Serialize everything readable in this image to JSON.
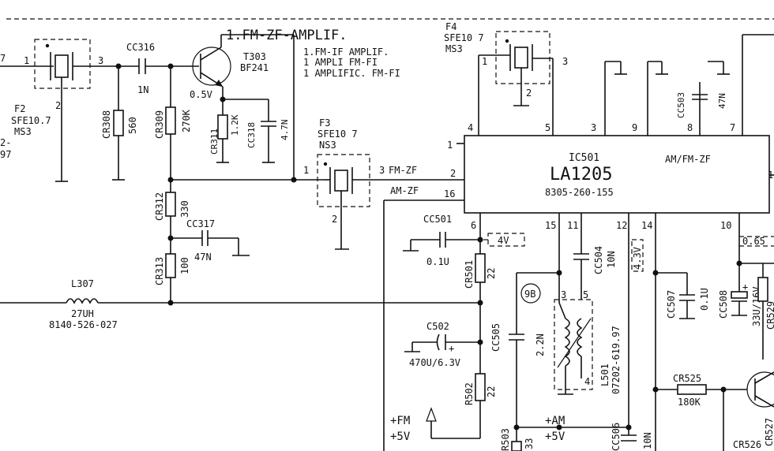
{
  "header_block": {
    "title": "1.FM-ZF-AMPLIF.",
    "sub1": "1.FM-IF AMPLIF.",
    "sub2": "1 AMPLI FM-FI",
    "sub3": "1 AMPLIFIC. FM-FI"
  },
  "left_edge": {
    "pin7": "7",
    "label_2": "2-",
    "label_97": "97"
  },
  "filters": {
    "f2": {
      "name": "F2",
      "part": "SFE10.7",
      "suffix": "MS3",
      "pin1": "1",
      "pin2": "2",
      "pin3": "3"
    },
    "f3": {
      "name": "F3",
      "part": "SFE10 7",
      "suffix": "NS3",
      "pin1": "1",
      "pin2": "2",
      "pin3": "3",
      "out_label": "FM-ZF"
    },
    "f4": {
      "name": "F4",
      "part": "SFE10 7",
      "suffix": "MS3",
      "pin1": "1",
      "pin2": "2",
      "pin3": "3"
    }
  },
  "transistor": {
    "name": "T303",
    "part": "BF241",
    "bias_voltage": "0.5V"
  },
  "capacitors": {
    "cc316": {
      "name": "CC316",
      "value": "1N"
    },
    "cc318": {
      "name": "CC318",
      "value": "4.7N"
    },
    "cc317": {
      "name": "CC317",
      "value": "47N"
    },
    "cc501": {
      "name": "CC501",
      "value": "0.1U"
    },
    "c502": {
      "name": "C502",
      "value": "470U/6.3V"
    },
    "cc505": {
      "name": "CC505",
      "value": "2.2N"
    },
    "cc504": {
      "name": "CC504",
      "value": "10N"
    },
    "cc503": {
      "name": "CC503",
      "value": "47N"
    },
    "cc507": {
      "name": "CC507",
      "value": "0.1U"
    },
    "cc508": {
      "name": "CC508",
      "value": "33U/16V"
    },
    "cc506": {
      "name": "CC506",
      "value": "10N"
    }
  },
  "resistors": {
    "cr308": {
      "name": "CR308",
      "value": "560"
    },
    "cr309": {
      "name": "CR309",
      "value": "270K"
    },
    "cr311": {
      "name": "CR311",
      "value": "1.2K"
    },
    "cr312": {
      "name": "CR312",
      "value": "330"
    },
    "cr313": {
      "name": "CR313",
      "value": "100"
    },
    "cr501": {
      "name": "CR501",
      "value": "22"
    },
    "r502": {
      "name": "R502",
      "value": "22"
    },
    "r503": {
      "name": "R503",
      "value": "33"
    },
    "cr525": {
      "name": "CR525",
      "value": "180K"
    },
    "cr527": {
      "name": "CR527"
    },
    "cr526": {
      "name": "CR526"
    },
    "cr529": {
      "name": "CR529"
    }
  },
  "inductors": {
    "l307": {
      "name": "L307",
      "value": "27UH",
      "part": "8140-526-027"
    },
    "l501": {
      "name": "L501",
      "part": "07202-619.97",
      "badge": "9B",
      "pin3": "3",
      "pin5": "5",
      "pin4": "4"
    }
  },
  "ic": {
    "ref": "IC501",
    "name": "LA1205",
    "part": "8305-260-155",
    "mode": "AM/FM-ZF",
    "in_fm": "FM-ZF",
    "in_am": "AM-ZF",
    "pin_1": "1",
    "pin_2": "2",
    "pin_16": "16",
    "top_pins": [
      "4",
      "5",
      "3",
      "9",
      "8",
      "7"
    ],
    "bottom_pins": [
      "6",
      "15",
      "11",
      "12",
      "14",
      "10"
    ],
    "pin_right": "1"
  },
  "voltages": {
    "pin6": "4V",
    "pin14": "4.3V",
    "pin10": "0.65"
  },
  "supplies": {
    "fm": "+FM",
    "fm_v": "+5V",
    "am": "+AM",
    "am_v": "+5V"
  }
}
